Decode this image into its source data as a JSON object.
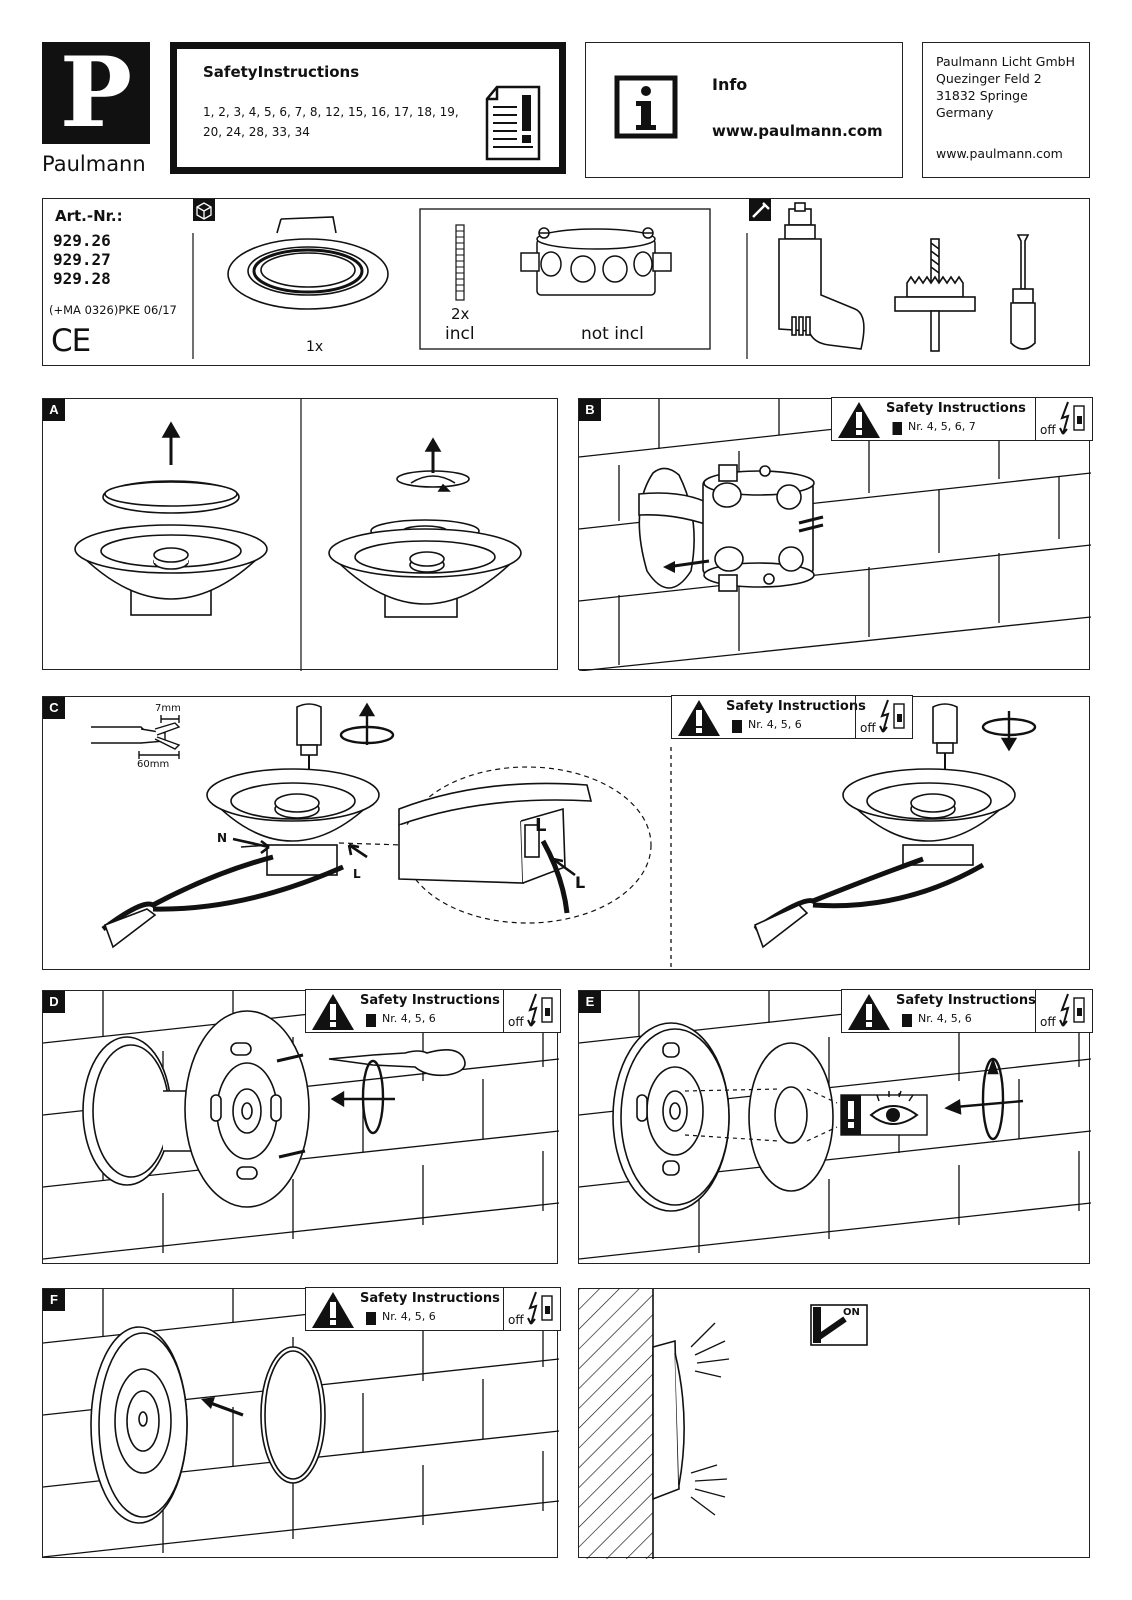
{
  "brand": {
    "logo_letter": "P",
    "name": "Paulmann"
  },
  "safety_header": {
    "title": "SafetyInstructions",
    "numbers_line1": "1, 2, 3, 4, 5, 6, 7, 8, 12, 15, 16, 17, 18, 19,",
    "numbers_line2": "20, 24, 28, 33, 34"
  },
  "info": {
    "title": "Info",
    "url": "www.paulmann.com"
  },
  "address": {
    "line1": "Paulmann Licht GmbH",
    "line2": "Quezinger Feld 2",
    "line3": "31832 Springe",
    "line4": "Germany",
    "web": "www.paulmann.com"
  },
  "article": {
    "label": "Art.-Nr.:",
    "numbers": [
      "929.26",
      "929.27",
      "929.28"
    ],
    "code": "(+MA 0326)PKE 06/17",
    "ce": "CE"
  },
  "contents": {
    "lamp_qty": "1x",
    "screws_qty": "2x",
    "screws_note": "incl",
    "box_note": "not incl"
  },
  "panels": {
    "a": "A",
    "b": "B",
    "c": "C",
    "d": "D",
    "e": "E",
    "f": "F"
  },
  "safety_box": {
    "title": "Safety Instructions",
    "nr_b": "Nr. 4, 5, 6, 7",
    "nr_c": "Nr. 4, 5, 6",
    "nr_d": "Nr. 4, 5, 6",
    "nr_e": "Nr. 4, 5, 6",
    "nr_f": "Nr. 4, 5, 6",
    "off": "off"
  },
  "wiring": {
    "strip_7": "7mm",
    "strip_60": "60mm",
    "n": "N",
    "l": "L"
  },
  "switch": {
    "on": "ON"
  },
  "colors": {
    "ink": "#111111",
    "paper": "#ffffff"
  }
}
